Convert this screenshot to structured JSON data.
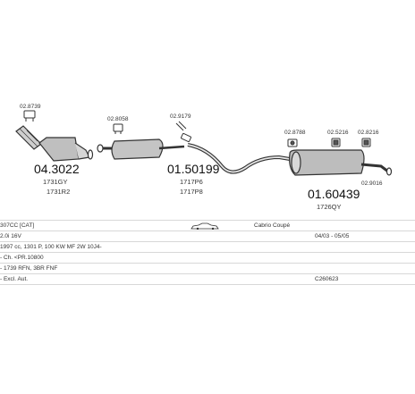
{
  "part_codes": {
    "clamp_1": "02.8739",
    "pipe_front": "04.3022",
    "pipe_front_oem_1": "1731GY",
    "pipe_front_oem_2": "1731R2",
    "clamp_2": "02.8058",
    "clamp_3": "02.9179",
    "middle_silencer": "01.50199",
    "middle_oem_1": "1717P6",
    "middle_oem_2": "1717P8",
    "mount_1": "02.8788",
    "mount_2": "02.5216",
    "mount_3": "02.8216",
    "rear_silencer": "01.60439",
    "rear_oem": "1726QY",
    "clamp_4": "02.9016"
  },
  "vehicle": {
    "model": "307CC [CAT]",
    "body": "Cabrio Coupé",
    "engine": "2.0i 16V",
    "period": "04/03 - 05/05",
    "specs": "1997 cc, 1301 P, 100 KW MF 2W 10J4-",
    "note_1": "- Ch. <PR.10800",
    "note_2": "- 1739 RFN, 3BR FNF",
    "note_3": "- Excl. Aut.",
    "catalog_code": "C260623"
  }
}
